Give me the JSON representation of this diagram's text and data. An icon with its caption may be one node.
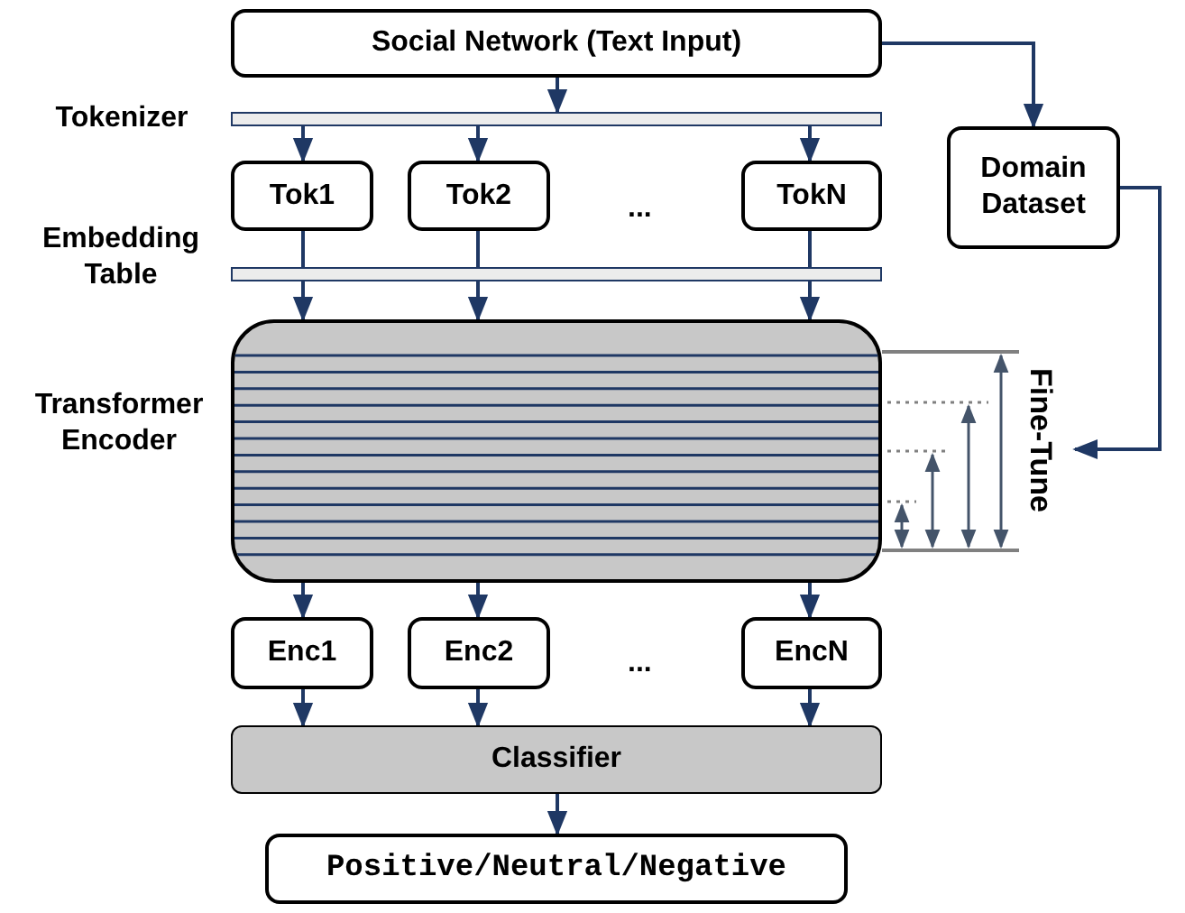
{
  "diagram": {
    "nodes": [
      {
        "text": [
          "Social Network (Text Input)"
        ]
      },
      {
        "text": [],
        "shape": "bar",
        "beside": [
          "Tokenizer"
        ]
      },
      {
        "text": [
          "Tok1"
        ]
      },
      {
        "text": [
          "Tok2"
        ]
      },
      {
        "text": [
          "TokN"
        ]
      },
      {
        "text": [],
        "shape": "bar",
        "beside": [
          "Embedding Table"
        ]
      },
      {
        "text": [],
        "shape": "box",
        "beside": [
          "Transformer Encoder"
        ]
      },
      {
        "text": [
          "Enc1"
        ]
      },
      {
        "text": [
          "Enc2"
        ]
      },
      {
        "text": [
          "EncN"
        ]
      },
      {
        "text": [
          "Classifier"
        ]
      },
      {
        "text": [
          "Positive/Neutral/Negative"
        ]
      },
      {
        "text": [
          "Domain Dataset"
        ]
      },
      {
        "text": [
          "Fine-Tune"
        ]
      }
    ],
    "edges": [
      {
        "from": 0,
        "to": 1,
        "arrow": "to"
      },
      {
        "from": 1,
        "to": 2,
        "arrow": "to"
      },
      {
        "from": 1,
        "to": 3,
        "arrow": "to"
      },
      {
        "from": 1,
        "to": 4,
        "arrow": "to"
      },
      {
        "from": 2,
        "to": 5,
        "arrow": "none"
      },
      {
        "from": 3,
        "to": 5,
        "arrow": "none"
      },
      {
        "from": 4,
        "to": 5,
        "arrow": "none"
      },
      {
        "from": 5,
        "to": 6,
        "arrow": "to"
      },
      {
        "from": 5,
        "to": 6,
        "arrow": "to"
      },
      {
        "from": 5,
        "to": 6,
        "arrow": "to"
      },
      {
        "from": 6,
        "to": 7,
        "arrow": "to"
      },
      {
        "from": 6,
        "to": 8,
        "arrow": "to"
      },
      {
        "from": 6,
        "to": 9,
        "arrow": "to"
      },
      {
        "from": 7,
        "to": 10,
        "arrow": "to"
      },
      {
        "from": 8,
        "to": 10,
        "arrow": "to"
      },
      {
        "from": 9,
        "to": 10,
        "arrow": "to"
      },
      {
        "from": 10,
        "to": 11,
        "arrow": "to"
      },
      {
        "from": 0,
        "to": 12,
        "arrow": "to"
      },
      {
        "from": 12,
        "to": 13,
        "arrow": "to"
      }
    ],
    "labels": [
      "...",
      "..."
    ]
  }
}
